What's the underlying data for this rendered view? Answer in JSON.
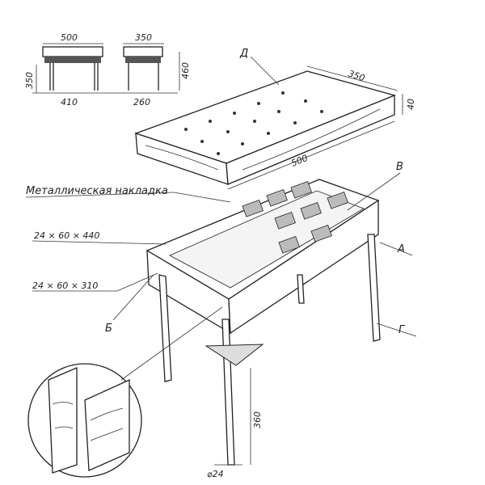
{
  "front_view": {
    "width_top": "500",
    "height": "350",
    "width_bottom": "410"
  },
  "side_view": {
    "width_top": "350",
    "height": "460",
    "width_bottom": "260"
  },
  "cushion": {
    "label": "Д",
    "depth": "350",
    "thickness": "40",
    "length": "500"
  },
  "labels": {
    "metal_plate": "Металлическая накладка",
    "part_v": "В",
    "board_long": "24 × 60 × 440",
    "board_short": "24 × 60 × 310",
    "part_a": "А",
    "part_b": "Б",
    "part_g": "Г"
  },
  "leg": {
    "length": "360",
    "diameter": "⌀24"
  }
}
